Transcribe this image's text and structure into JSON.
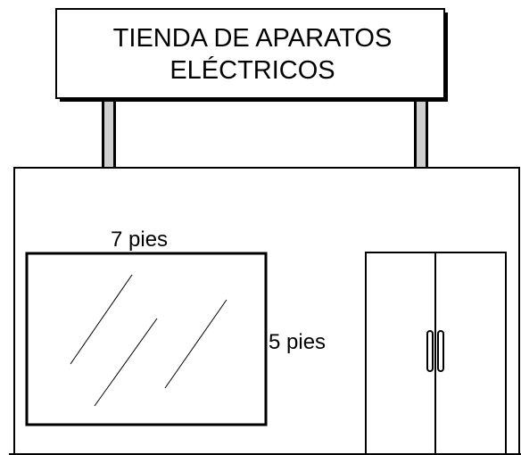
{
  "sign": {
    "line1": "TIENDA DE APARATOS",
    "line2": "ELÉCTRICOS"
  },
  "window": {
    "width_label": "7 pies",
    "height_label": "5 pies"
  },
  "colors": {
    "stroke": "#000000",
    "background": "#ffffff",
    "post_fill": "#cfcfcf"
  }
}
